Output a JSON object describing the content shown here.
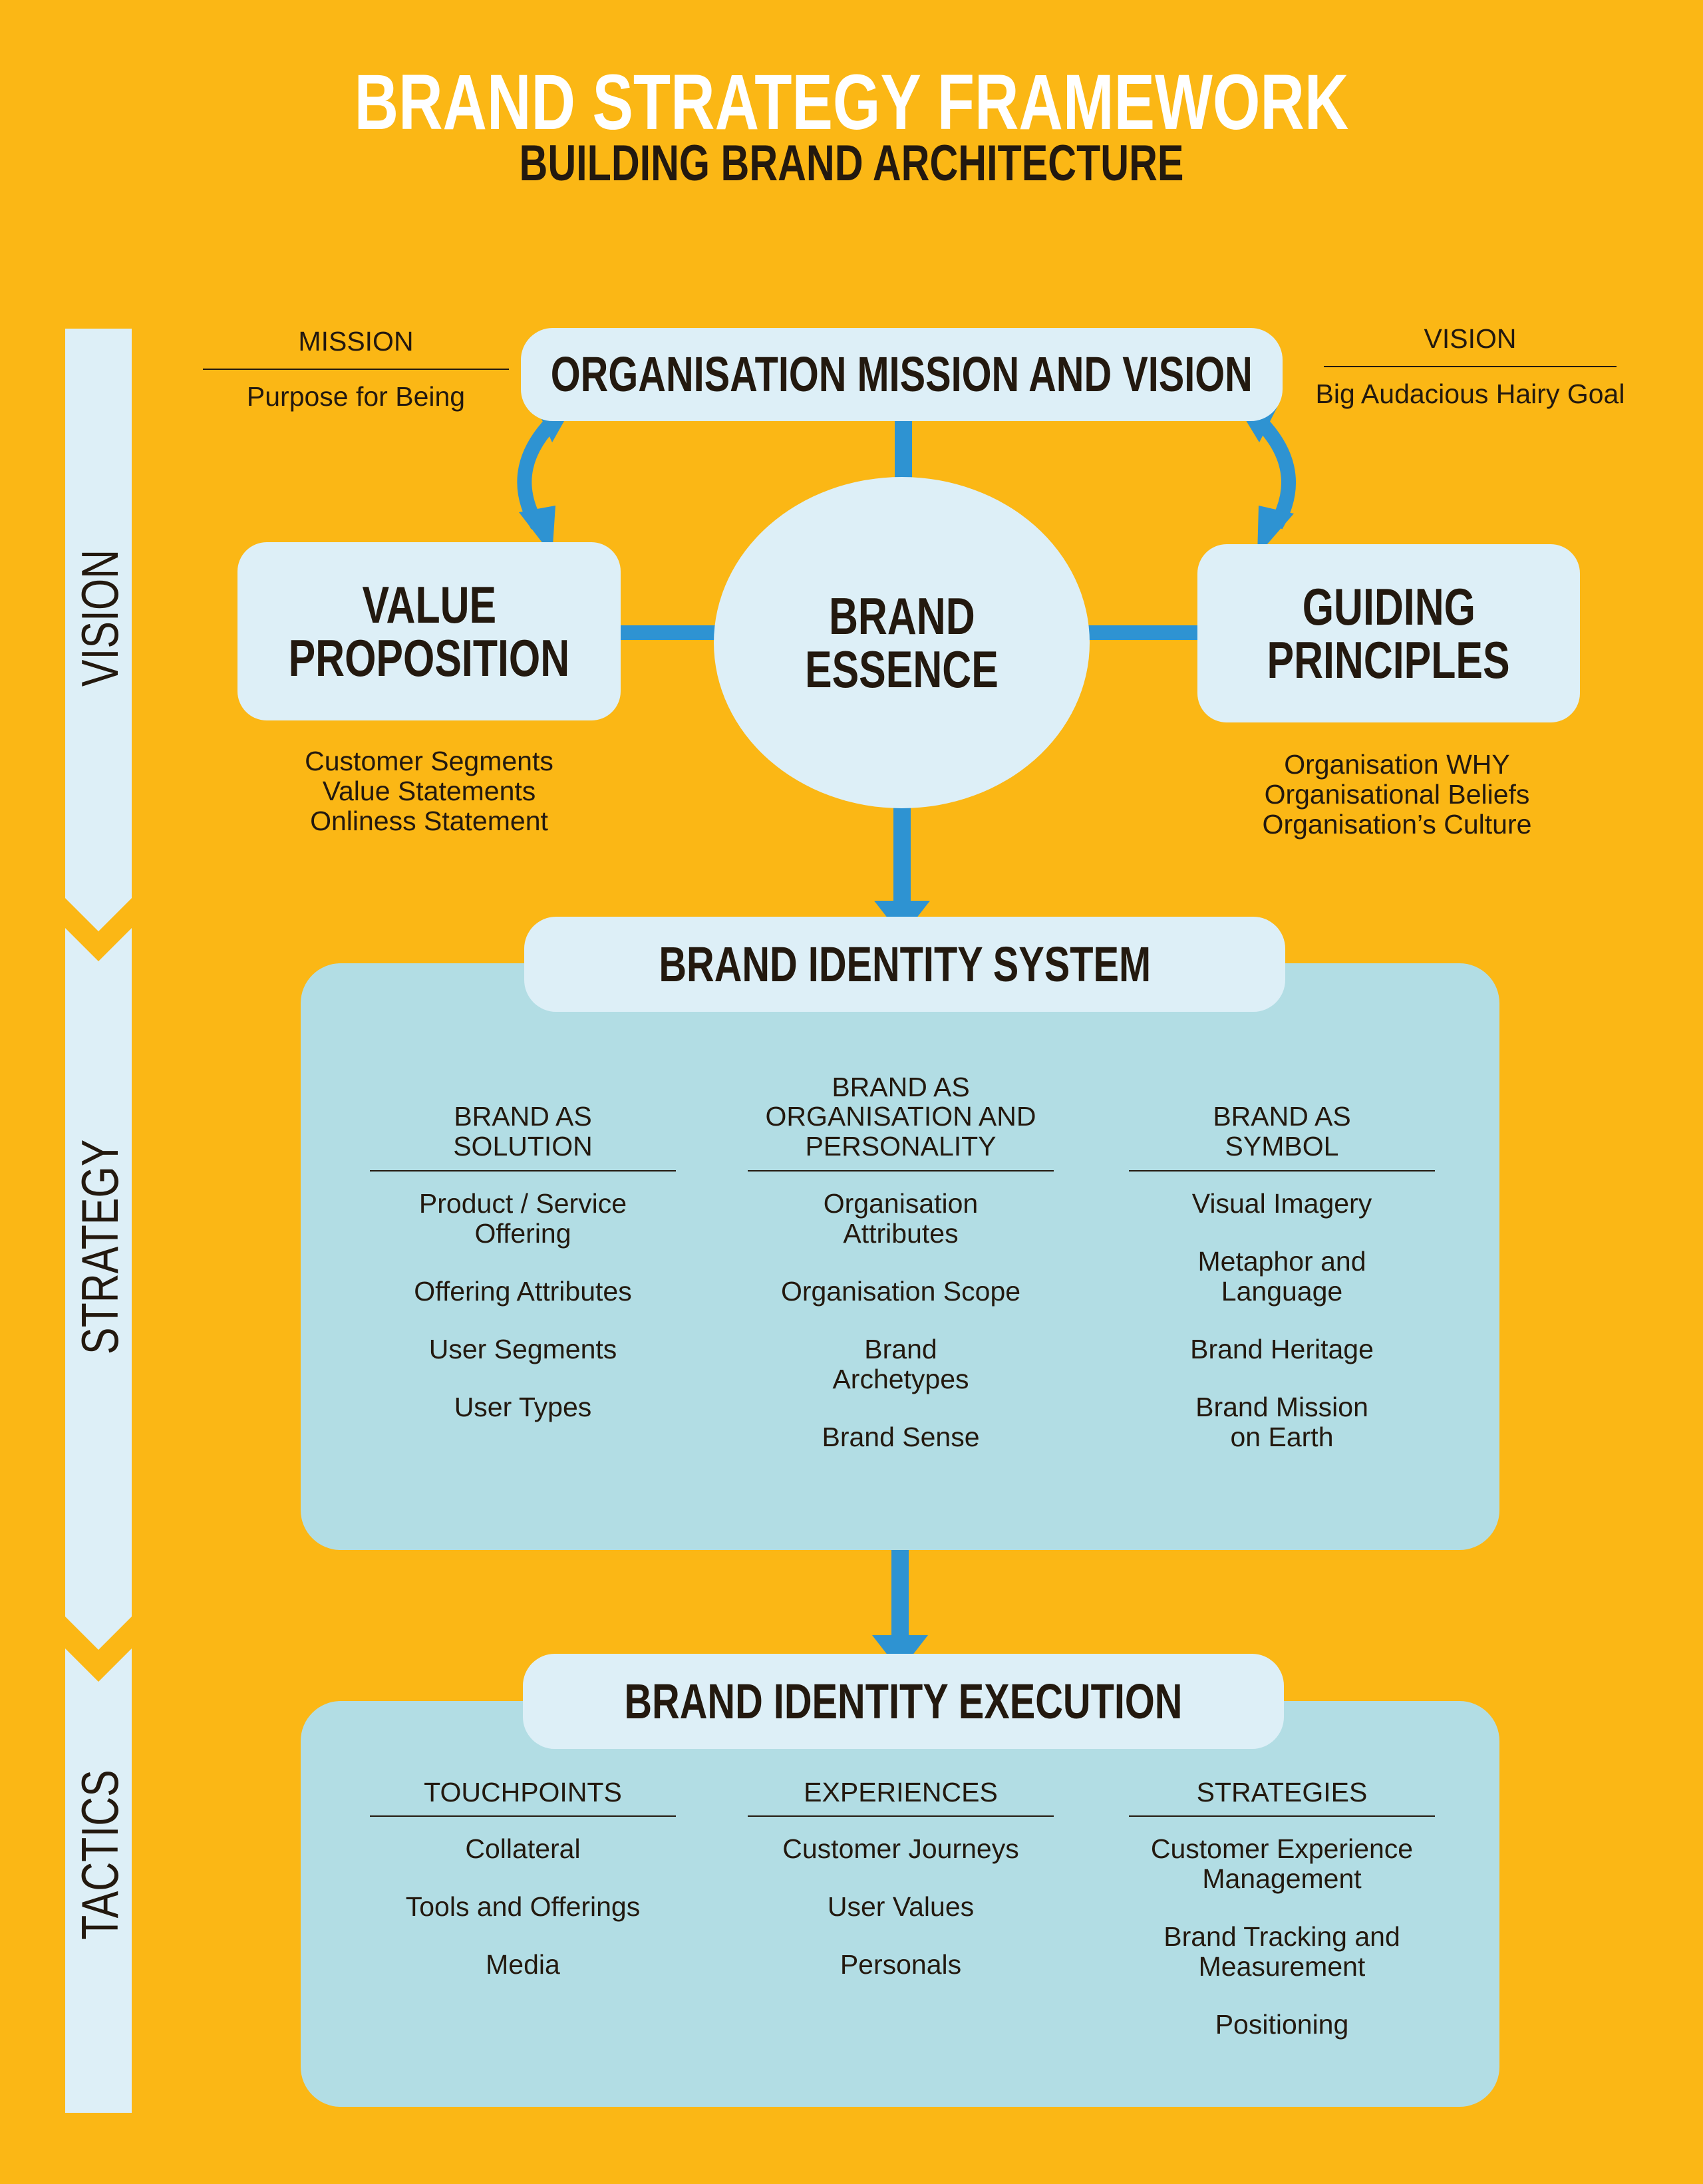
{
  "header": {
    "title": "BRAND STRATEGY FRAMEWORK",
    "subtitle": "BUILDING BRAND ARCHITECTURE"
  },
  "sidebar": {
    "vision": "VISION",
    "strategy": "STRATEGY",
    "tactics": "TACTICS"
  },
  "top": {
    "mission_vision_title": "ORGANISATION MISSION AND VISION",
    "mission": {
      "heading": "MISSION",
      "subtext": "Purpose for Being"
    },
    "vision": {
      "heading": "VISION",
      "subtext": "Big Audacious Hairy Goal"
    }
  },
  "core": {
    "value_proposition": {
      "line1": "VALUE",
      "line2": "PROPOSITION"
    },
    "brand_essence": {
      "line1": "BRAND",
      "line2": "ESSENCE"
    },
    "guiding_principles": {
      "line1": "GUIDING",
      "line2": "PRINCIPLES"
    },
    "vp_items": [
      "Customer Segments",
      "Value Statements",
      "Onliness Statement"
    ],
    "gp_items": [
      "Organisation WHY",
      "Organisational Beliefs",
      "Organisation’s Culture"
    ]
  },
  "identity_system": {
    "title": "BRAND IDENTITY SYSTEM",
    "columns": [
      {
        "heading": "BRAND AS\nSOLUTION",
        "items": [
          "Product / Service\nOffering",
          "Offering Attributes",
          "User Segments",
          "User Types"
        ]
      },
      {
        "heading": "BRAND AS\nORGANISATION AND\nPERSONALITY",
        "items": [
          "Organisation\nAttributes",
          "Organisation Scope",
          "Brand\nArchetypes",
          "Brand Sense"
        ]
      },
      {
        "heading": "BRAND AS\nSYMBOL",
        "items": [
          "Visual Imagery",
          "Metaphor and\nLanguage",
          "Brand Heritage",
          "Brand Mission\non Earth"
        ]
      }
    ]
  },
  "identity_execution": {
    "title": "BRAND IDENTITY EXECUTION",
    "columns": [
      {
        "heading": "TOUCHPOINTS",
        "items": [
          "Collateral",
          "Tools and Offerings",
          "Media"
        ]
      },
      {
        "heading": "EXPERIENCES",
        "items": [
          "Customer Journeys",
          "User Values",
          "Personals"
        ]
      },
      {
        "heading": "STRATEGIES",
        "items": [
          "Customer Experience\nManagement",
          "Brand Tracking and\nMeasurement",
          "Positioning"
        ]
      }
    ]
  },
  "colors": {
    "background": "#FBB715",
    "light_blue": "#DDEFF7",
    "panel_blue": "#B2DDE4",
    "arrow_blue": "#2E93D2",
    "text_dark": "#23190f"
  }
}
